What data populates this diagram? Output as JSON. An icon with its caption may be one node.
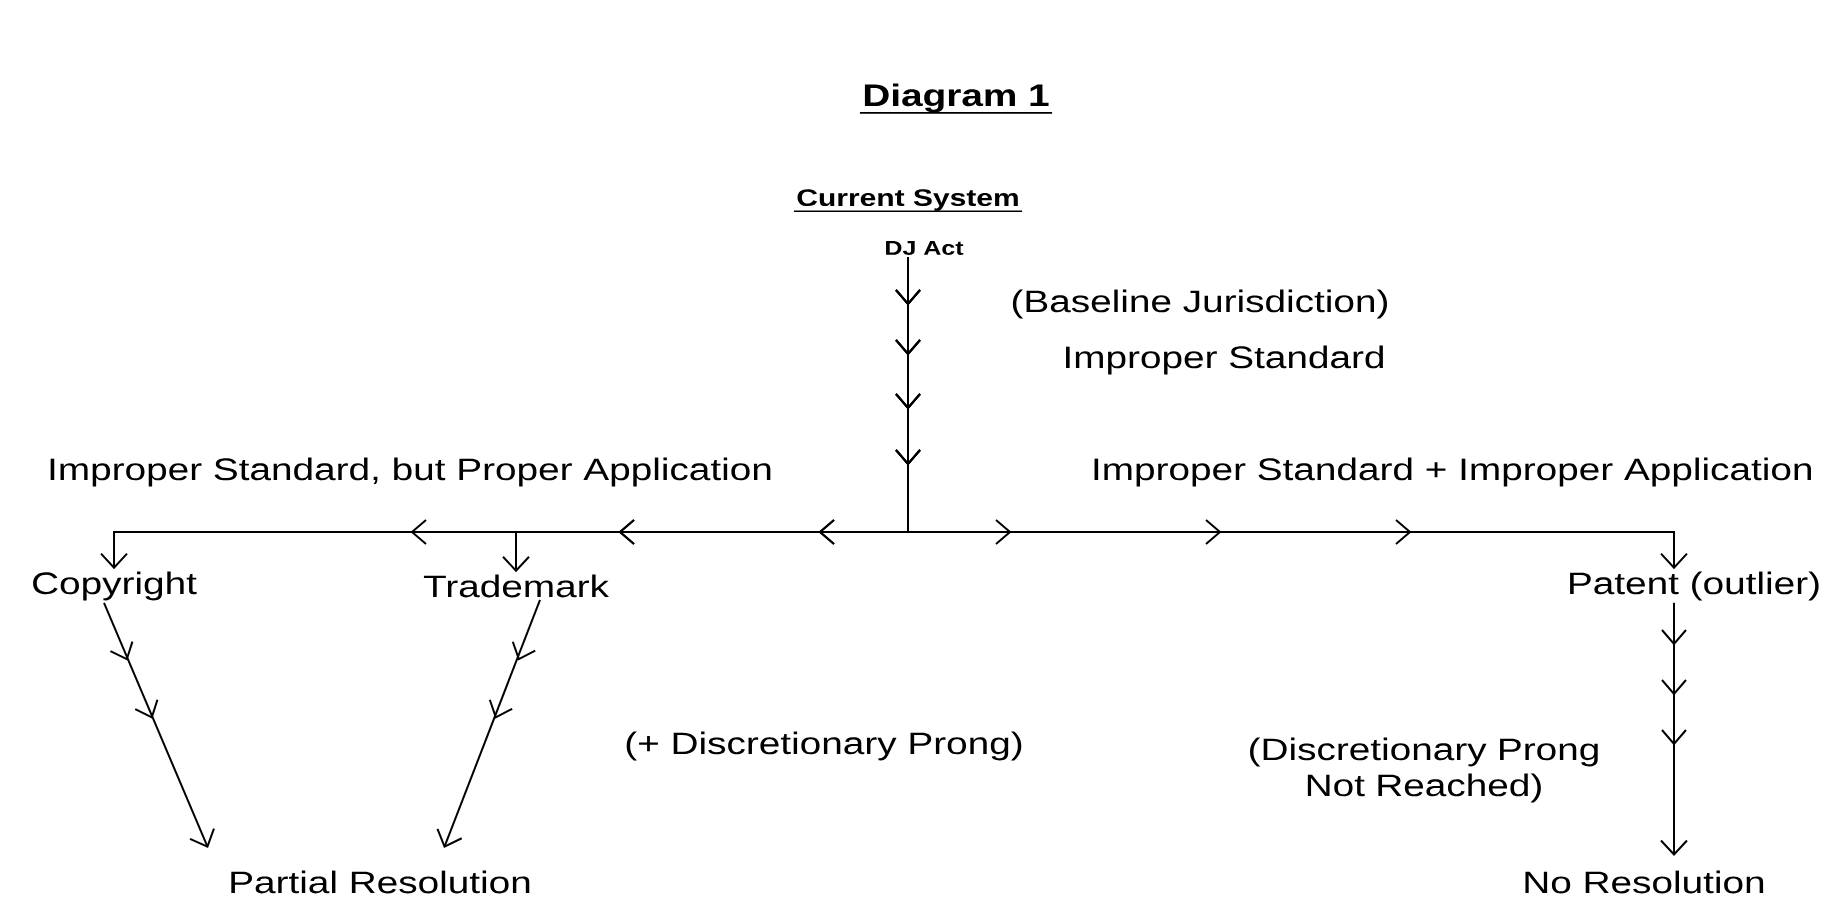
{
  "diagram": {
    "title": "Diagram 1",
    "nodes": [
      {
        "text": [
          "DJ Act"
        ]
      },
      {
        "text": [
          "Copyright"
        ]
      },
      {
        "text": [
          "Trademark"
        ]
      },
      {
        "text": [
          "Patent (outlier)"
        ]
      },
      {
        "text": [
          "Partial Resolution"
        ]
      },
      {
        "text": [
          "No Resolution"
        ]
      }
    ],
    "edges": [
      {
        "from": 0,
        "to": 1,
        "arrow": "to"
      },
      {
        "from": 0,
        "to": 2,
        "arrow": "to"
      },
      {
        "from": 0,
        "to": 3,
        "arrow": "to"
      },
      {
        "from": 1,
        "to": 4,
        "arrow": "to"
      },
      {
        "from": 2,
        "to": 4,
        "arrow": "to"
      },
      {
        "from": 3,
        "to": 5,
        "arrow": "to"
      }
    ],
    "labels": [
      "Current System",
      "(Baseline Jurisdiction)",
      "Improper Standard",
      "Improper Standard, but Proper Application",
      "Improper Standard + Improper Application",
      "(+ Discretionary Prong)",
      "(Discretionary Prong Not Reached)"
    ]
  }
}
